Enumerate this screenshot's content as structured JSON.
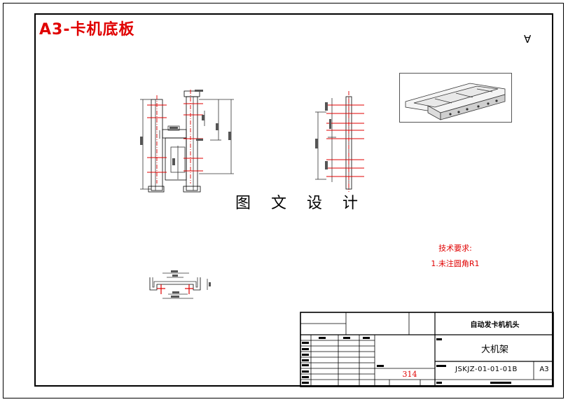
{
  "sheet": {
    "title_tag": "A3-卡机底板",
    "roughness_mark": "∀",
    "watermark": "图 文 设 计"
  },
  "technical_requirements": {
    "heading": "技术要求:",
    "item1": "1.未注圆角R1"
  },
  "title_block": {
    "project": "自动发卡机机头",
    "part_name": "大机架",
    "drawing_number": "JSKJZ-01-01-01B",
    "sheet_size": "A3",
    "mark_number": "314"
  },
  "colors": {
    "red": "#e00000",
    "line": "#000000",
    "dim": "#333333"
  }
}
